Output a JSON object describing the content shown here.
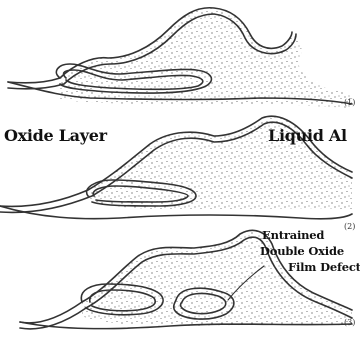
{
  "labels": {
    "oxide_layer": "Oxide Layer",
    "liquid_al": "Liquid Al",
    "entrained_line1": "Entrained",
    "entrained_line2": "Double Oxide",
    "entrained_line3": "Film Defect"
  },
  "stage_numbers": [
    "(1)",
    "(2)",
    "(3)"
  ],
  "colors": {
    "line": "#333333",
    "stipple": "#555555",
    "background": "#ffffff"
  }
}
